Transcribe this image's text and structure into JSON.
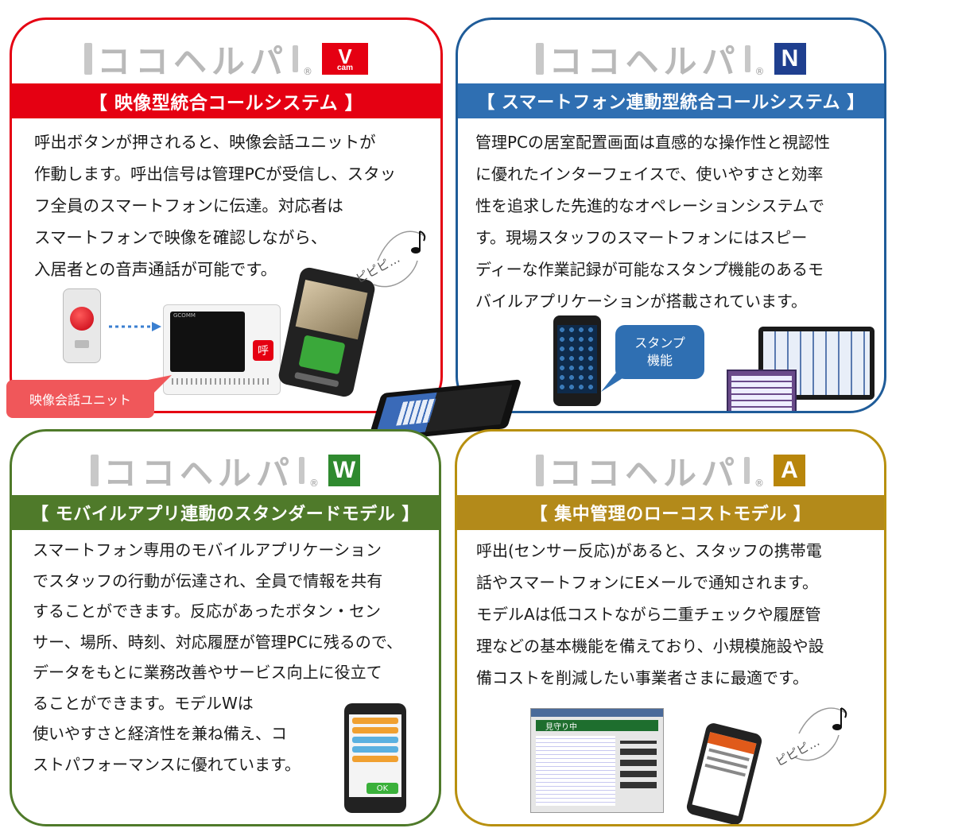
{
  "panels": {
    "vcam": {
      "logo_text": "ココヘルパ",
      "reg_mark": "®",
      "badge_main": "V",
      "badge_sub": "cam",
      "heading": "【 映像型統合コールシステム 】",
      "lines": [
        "呼出ボタンが押されると、映像会話ユニットが",
        "作動します。呼出信号は管理PCが受信し、スタッ",
        "フ全員のスマートフォンに伝達。対応者は",
        "スマートフォンで映像を確認しながら、",
        "入居者との音声通話が可能です。"
      ],
      "callout_label": "映像会話ユニット",
      "sound_text": "ピピピ…",
      "device_brand": "GCOMM",
      "call_glyph": "呼",
      "color": "#e50012"
    },
    "n": {
      "logo_text": "ココヘルパ",
      "reg_mark": "®",
      "badge": "N",
      "heading": "【 スマートフォン連動型統合コールシステム 】",
      "lines": [
        "管理PCの居室配置画面は直感的な操作性と視認性",
        "に優れたインターフェイスで、使いやすさと効率",
        "性を追求した先進的なオペレーションシステムで",
        "す。現場スタッフのスマートフォンにはスピー",
        "ディーな作業記録が可能なスタンプ機能のあるモ",
        "バイルアプリケーションが搭載されています。"
      ],
      "stamp_callout": [
        "スタンプ",
        "機能"
      ],
      "color": "#1f5c99",
      "band_color": "#2f6fb2"
    },
    "w": {
      "logo_text": "ココヘルパ",
      "reg_mark": "®",
      "badge": "W",
      "heading": "【 モバイルアプリ連動のスタンダードモデル 】",
      "lines": [
        "スマートフォン専用のモバイルアプリケーション",
        "でスタッフの行動が伝達され、全員で情報を共有",
        "することができます。反応があったボタン・セン",
        "サー、場所、時刻、対応履歴が管理PCに残るので、",
        "データをもとに業務改善やサービス向上に役立て",
        "ることができます。モデルWは",
        "使いやすさと経済性を兼ね備え、コ",
        "ストパフォーマンスに優れています。"
      ],
      "phone_ok": "OK",
      "color": "#4f7a2a",
      "badge_color": "#2f8a2f"
    },
    "a": {
      "logo_text": "ココヘルパ",
      "reg_mark": "®",
      "badge": "A",
      "heading": "【 集中管理のローコストモデル 】",
      "lines": [
        "呼出(センサー反応)があると、スタッフの携帯電",
        "話やスマートフォンにEメールで通知されます。",
        "モデルAは低コストながら二重チェックや履歴管",
        "理などの基本機能を備えており、小規模施設や設",
        "備コストを削減したい事業者さまに最適です。"
      ],
      "monitor_status": "見守り中",
      "sound_text": "ピピピ…",
      "color": "#b8900f",
      "band_color": "#b38a1a",
      "badge_color": "#b8860b"
    }
  }
}
